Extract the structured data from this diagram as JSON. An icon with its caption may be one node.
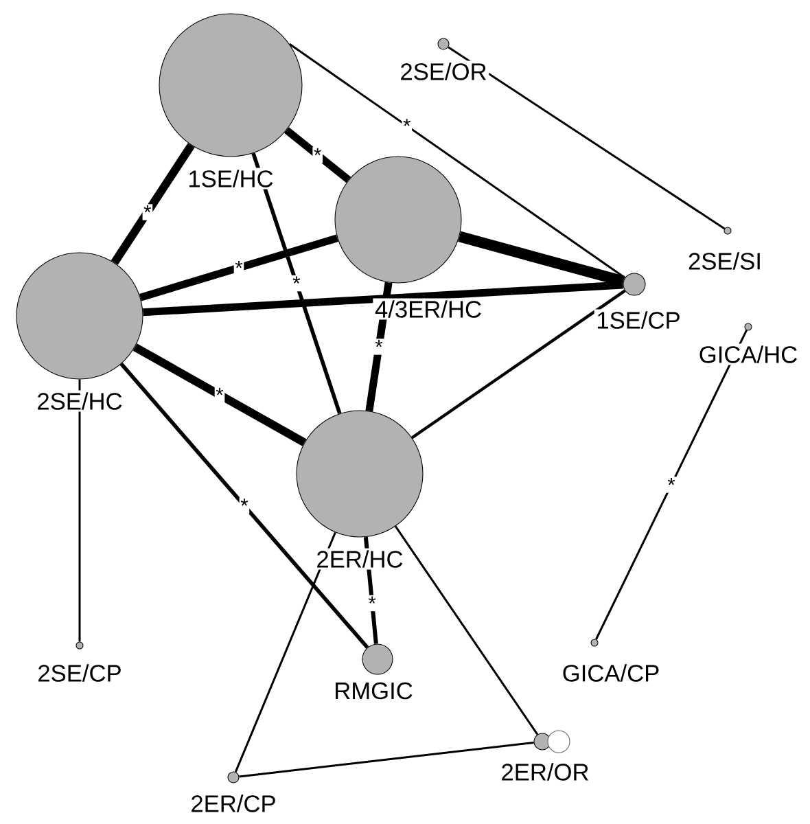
{
  "diagram": {
    "nodes": [
      {
        "text": [
          "1SE/HC"
        ]
      },
      {
        "text": [
          "2SE/OR"
        ]
      },
      {
        "text": [
          "4/3ER/HC"
        ]
      },
      {
        "text": [
          "2SE/SI"
        ]
      },
      {
        "text": [
          "2SE/HC"
        ]
      },
      {
        "text": [
          "1SE/CP"
        ]
      },
      {
        "text": [
          "GICA/HC"
        ]
      },
      {
        "text": [
          "2ER/HC"
        ]
      },
      {
        "text": [
          "2SE/CP"
        ]
      },
      {
        "text": [
          "RMGIC"
        ]
      },
      {
        "text": [
          "GICA/CP"
        ]
      },
      {
        "text": [
          "2ER/CP"
        ]
      },
      {
        "text": [
          "2ER/OR"
        ]
      }
    ],
    "edges": [
      {
        "from": 0,
        "to": 5,
        "arrow": "none",
        "label": "*"
      },
      {
        "from": 1,
        "to": 3,
        "arrow": "none"
      },
      {
        "from": 0,
        "to": 2,
        "arrow": "none",
        "label": "*",
        "style": "thick"
      },
      {
        "from": 4,
        "to": 0,
        "arrow": "none",
        "label": "*",
        "style": "thick"
      },
      {
        "from": 0,
        "to": 7,
        "arrow": "none",
        "label": "*"
      },
      {
        "from": 4,
        "to": 2,
        "arrow": "none",
        "label": "*",
        "style": "thick"
      },
      {
        "from": 4,
        "to": 5,
        "arrow": "none",
        "style": "thick"
      },
      {
        "from": 2,
        "to": 5,
        "arrow": "none",
        "style": "thick"
      },
      {
        "from": 2,
        "to": 7,
        "arrow": "none",
        "label": "*",
        "style": "thick"
      },
      {
        "from": 5,
        "to": 7,
        "arrow": "none"
      },
      {
        "from": 4,
        "to": 7,
        "arrow": "none",
        "label": "*",
        "style": "thick"
      },
      {
        "from": 4,
        "to": 9,
        "arrow": "none",
        "label": "*"
      },
      {
        "from": 4,
        "to": 8,
        "arrow": "none"
      },
      {
        "from": 7,
        "to": 9,
        "arrow": "none",
        "label": "*"
      },
      {
        "from": 7,
        "to": 11,
        "arrow": "none"
      },
      {
        "from": 7,
        "to": 12,
        "arrow": "none"
      },
      {
        "from": 11,
        "to": 12,
        "arrow": "none"
      },
      {
        "from": 6,
        "to": 10,
        "arrow": "none",
        "label": "*"
      }
    ]
  }
}
